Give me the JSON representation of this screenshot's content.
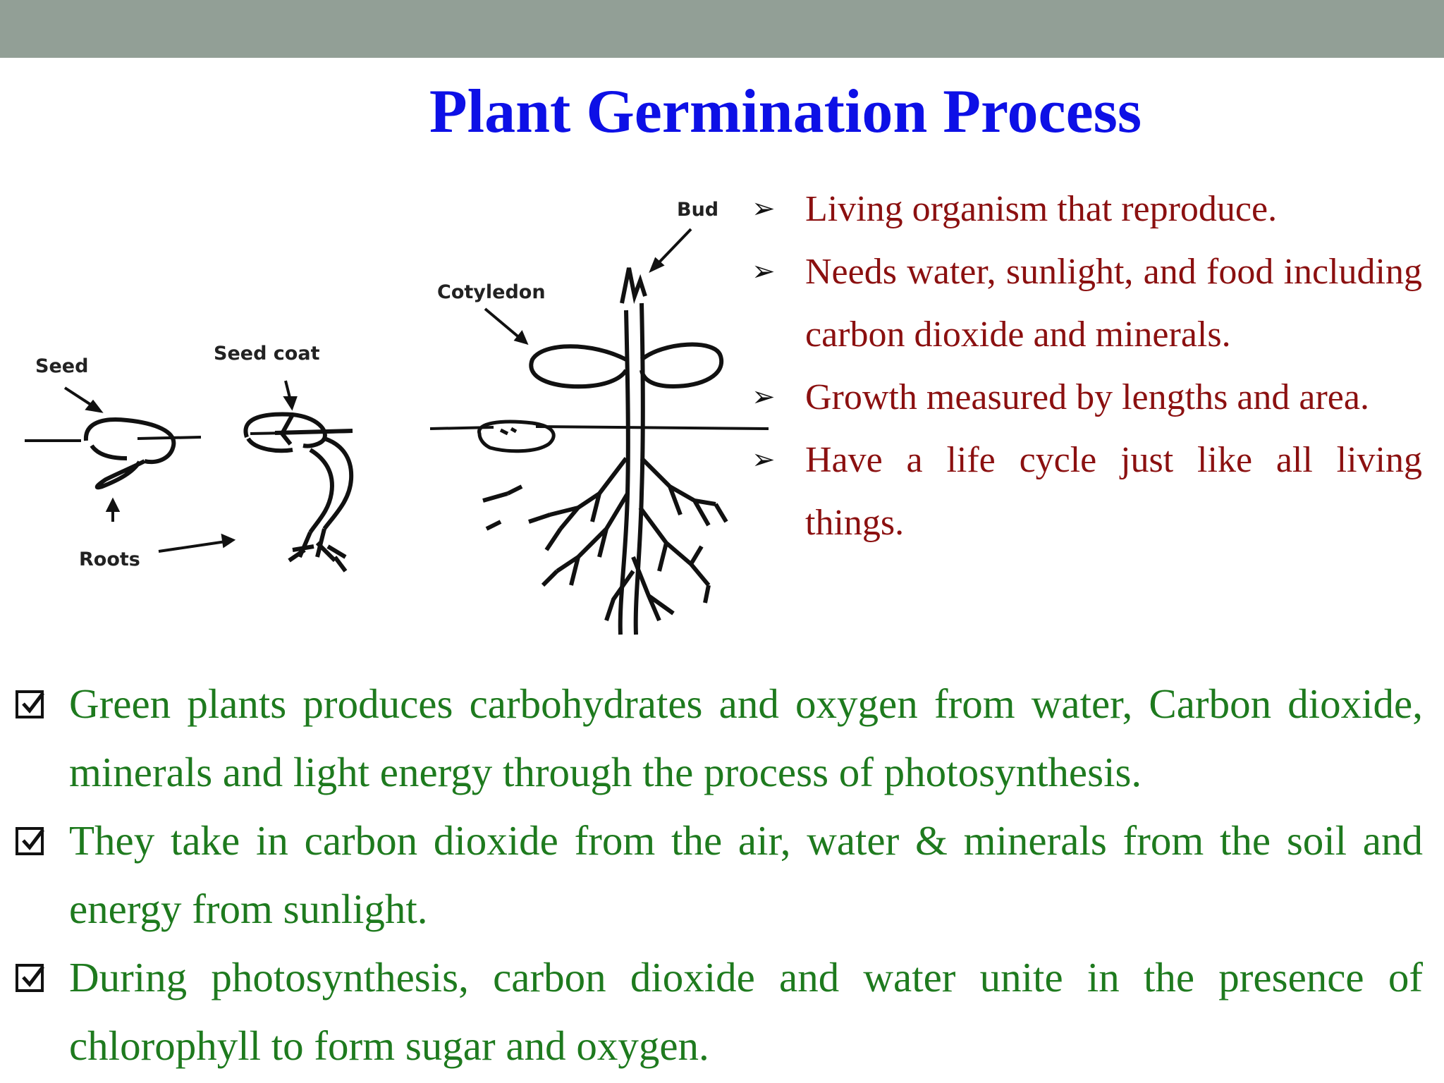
{
  "slide": {
    "title": "Plant Germination Process"
  },
  "diagram": {
    "labels": {
      "seed": "Seed",
      "seed_coat": "Seed coat",
      "roots": "Roots",
      "cotyledon": "Cotyledon",
      "bud": "Bud"
    }
  },
  "right_bullets": [
    "Living organism that reproduce.",
    "Needs water, sunlight, and food including carbon dioxide and minerals.",
    "Growth measured by lengths and area.",
    "Have a life cycle just like all living things."
  ],
  "bottom_bullets": [
    "Green plants produces carbohydrates and oxygen from water, Carbon dioxide, minerals and light energy through the process of photosynthesis.",
    "They take in carbon dioxide from the air, water & minerals from the soil and energy from sunlight.",
    "During photosynthesis, carbon dioxide and water unite in the presence of chlorophyll to form sugar and oxygen."
  ],
  "colors": {
    "title": "#0d10e6",
    "top_band": "#929f96",
    "right_text": "#8b1010",
    "bottom_text": "#1e7a1e"
  },
  "icons": {
    "right_bullet": "arrowhead-bullet-icon",
    "bottom_bullet": "checkbox-checked-icon"
  }
}
